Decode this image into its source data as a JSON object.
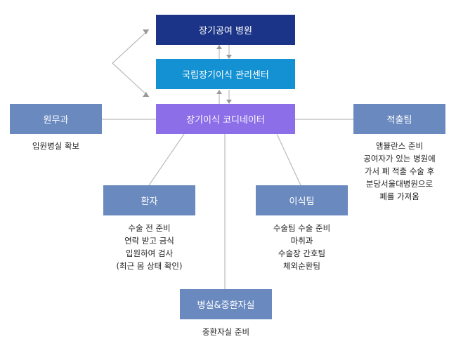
{
  "colors": {
    "hospital": "#1b3487",
    "center": "#1391d2",
    "coordinator": "#8c6ee8",
    "side": "#6a89bf",
    "line": "#bbbbbb",
    "text": "#222222"
  },
  "nodes": {
    "hospital": "장기공여 병원",
    "center": "국립장기이식 관리센터",
    "coordinator": "장기이식 코디네이터",
    "admin": "원무과",
    "extraction": "적출팀",
    "patient": "환자",
    "transplant": "이식팀",
    "ward": "병실&중환자실"
  },
  "descriptions": {
    "admin": [
      "입원병실 확보"
    ],
    "extraction": [
      "앰뷸란스 준비",
      "공여자가 있는 병원에",
      "가서 폐 적출 수술 후",
      "분당서울대병원으로",
      "폐를 가져옴"
    ],
    "patient": [
      "수술 전 준비",
      "연락 받고 금식",
      "입원하여 검사",
      "(최근 몸 상태 확인)"
    ],
    "transplant": [
      "수술팀 수술 준비",
      "마취과",
      "수술장 간호팀",
      "체외순환팀"
    ],
    "ward": [
      "중환자실 준비"
    ]
  }
}
